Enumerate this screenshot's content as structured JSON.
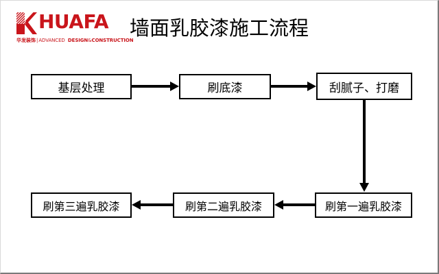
{
  "brand": {
    "logo_mark": "huafa-k-mark",
    "wordmark": "HUAFA",
    "tagline_cn": "华发装饰",
    "tagline_sep": "|",
    "tagline_en_1": "ADVANCED",
    "tagline_en_2": "DESIGN",
    "tagline_en_amp": "&",
    "tagline_en_3": "CONSTRUCTION",
    "color": "#c9151b"
  },
  "header": {
    "title": "墙面乳胶漆施工流程"
  },
  "flow": {
    "boxes": [
      {
        "id": "base-treatment",
        "label": "基层处理"
      },
      {
        "id": "primer-coat",
        "label": "刷底漆"
      },
      {
        "id": "putty-and-sanding",
        "label": "刮腻子、打磨"
      },
      {
        "id": "latex-coat-1",
        "label": "刷第一遍乳胶漆"
      },
      {
        "id": "latex-coat-2",
        "label": "刷第二遍乳胶漆"
      },
      {
        "id": "latex-coat-3",
        "label": "刷第三遍乳胶漆"
      }
    ],
    "arrows": [
      {
        "id": "arrow-base-to-primer",
        "direction": "right"
      },
      {
        "id": "arrow-primer-to-putty",
        "direction": "right"
      },
      {
        "id": "arrow-putty-to-coat1",
        "direction": "down"
      },
      {
        "id": "arrow-coat1-to-coat2",
        "direction": "left"
      },
      {
        "id": "arrow-coat2-to-coat3",
        "direction": "left"
      }
    ],
    "line_color": "#000000",
    "box_border_color": "#000000",
    "box_fill_color": "#ffffff"
  }
}
